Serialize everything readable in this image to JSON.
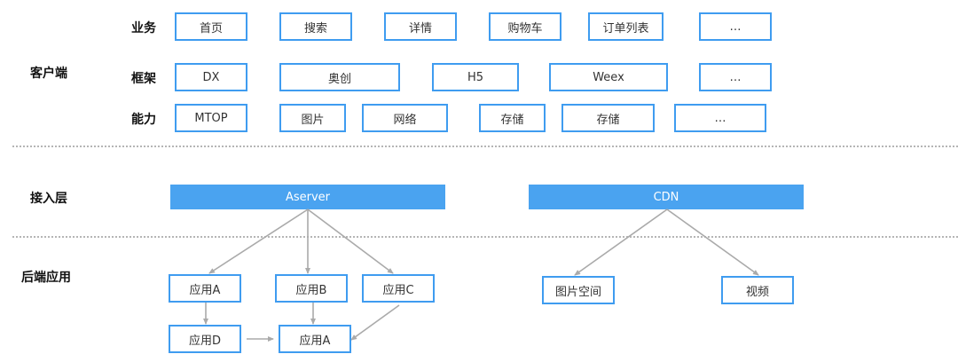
{
  "layers": {
    "client": "客户端",
    "access": "接入层",
    "backend": "后端应用"
  },
  "rows": {
    "business": {
      "label": "业务",
      "items": [
        "首页",
        "搜索",
        "详情",
        "购物车",
        "订单列表",
        "…"
      ]
    },
    "framework": {
      "label": "框架",
      "items": [
        "DX",
        "奥创",
        "H5",
        "Weex",
        "…"
      ]
    },
    "capability": {
      "label": "能力",
      "items": [
        "MTOP",
        "图片",
        "网络",
        "存储",
        "存储",
        "…"
      ]
    }
  },
  "access": {
    "aserver": "Aserver",
    "cdn": "CDN"
  },
  "backend": {
    "appA": "应用A",
    "appB": "应用B",
    "appC": "应用C",
    "appD": "应用D",
    "appA2": "应用A",
    "image_space": "图片空间",
    "video": "视频"
  },
  "colors": {
    "accent": "#4aa3f0",
    "border": "#3f9cf0",
    "arrow": "#aaaaaa",
    "divider": "#b5b5b5"
  }
}
